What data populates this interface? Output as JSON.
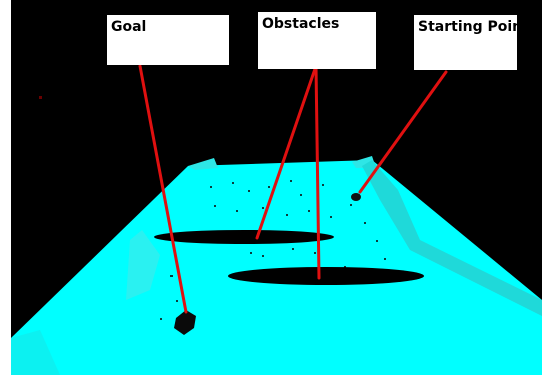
{
  "labels": {
    "goal": "Goal",
    "obstacles": "Obstacles",
    "starting_point": "Starting Point"
  },
  "colors": {
    "background": "#000000",
    "floor": "#00ffff",
    "floor_edge": "#00cccc",
    "obstacle": "#000000",
    "pointer_line": "#e01010",
    "label_background": "#ffffff"
  }
}
